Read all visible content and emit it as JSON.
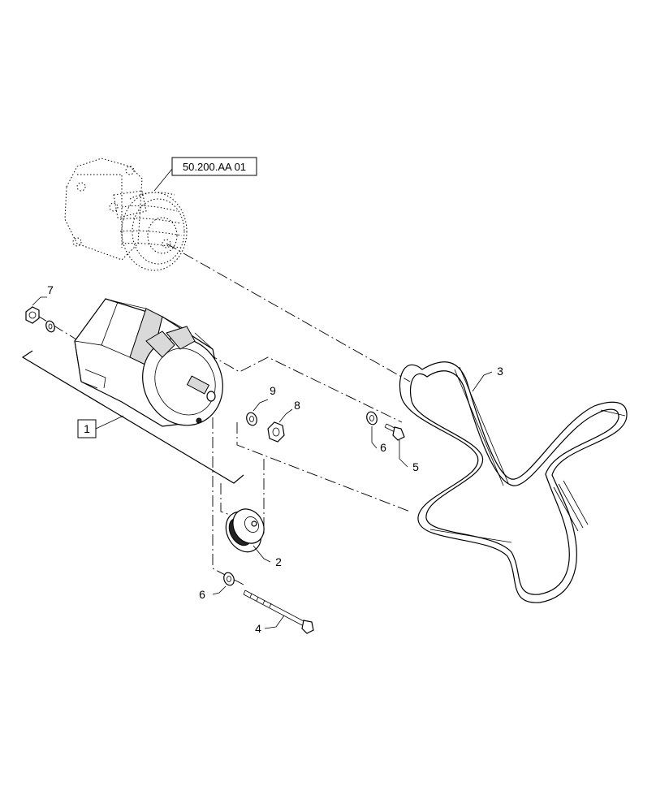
{
  "reference_label": "50.200.AA 01",
  "callouts": {
    "assembly": "1",
    "pulley": "2",
    "belt": "3",
    "bolt_long": "4",
    "bolt_short": "5",
    "washer_right": "6",
    "washer_bottom": "6",
    "nut_left": "7",
    "nut_mid": "8",
    "washer_mid": "9"
  }
}
